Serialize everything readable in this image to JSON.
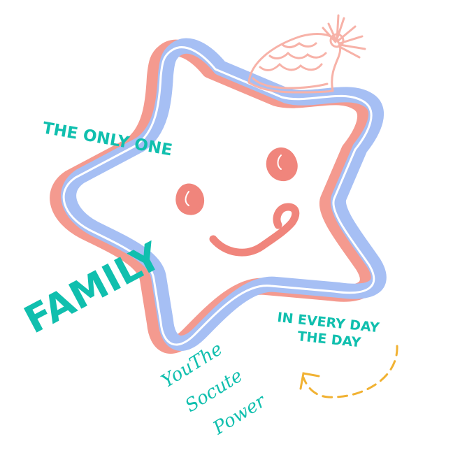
{
  "texts": {
    "tagline_top": "THE ONLY ONE",
    "headline": "FAMILY",
    "tagline_right_1": "IN EVERY DAY",
    "tagline_right_2": "THE DAY",
    "script_1": "YouThe",
    "script_2": "Socute",
    "script_3": "Power"
  },
  "colors": {
    "teal_text": "#10bfae",
    "star_blue": "#a6bff4",
    "star_pink": "#f49a8f",
    "face_pink": "#f0857c",
    "hat_pink": "#f7b2a8",
    "arrow_orange": "#f1b233"
  },
  "icons": [
    "star-character",
    "pom-pom-hat-icon",
    "dashed-arrow-icon"
  ]
}
